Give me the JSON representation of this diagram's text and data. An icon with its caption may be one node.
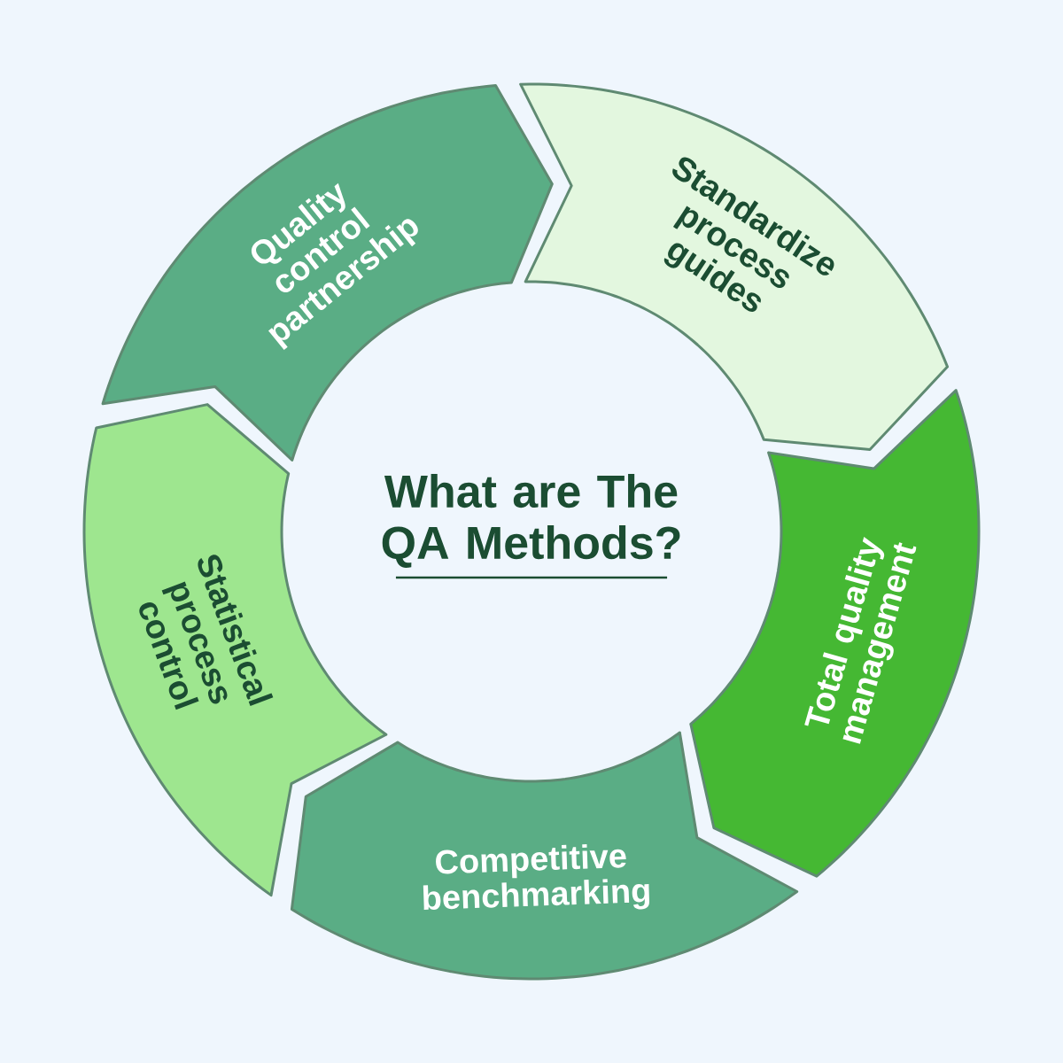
{
  "diagram": {
    "title": "What are The QA Methods?",
    "nodes": [
      {
        "text": [
          "Quality control partnership"
        ]
      },
      {
        "text": [
          "Standardize process guides"
        ]
      },
      {
        "text": [
          "Total quality management"
        ]
      },
      {
        "text": [
          "Competitive benchmarking"
        ]
      },
      {
        "text": [
          "Statistical process control"
        ]
      }
    ]
  }
}
